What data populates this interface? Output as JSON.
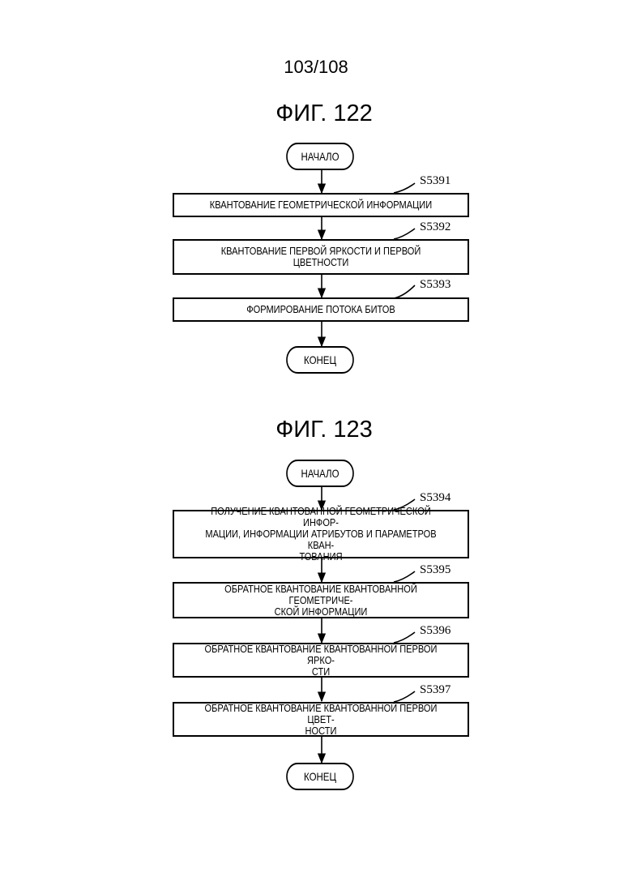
{
  "page_number": "103/108",
  "fig122": {
    "title": "ФИГ. 122",
    "start": "НАЧАЛО",
    "end": "КОНЕЦ",
    "steps": [
      {
        "label": "S5391",
        "text": "КВАНТОВАНИЕ ГЕОМЕТРИЧЕСКОЙ ИНФОРМАЦИИ"
      },
      {
        "label": "S5392",
        "text": "КВАНТОВАНИЕ ПЕРВОЙ ЯРКОСТИ И ПЕРВОЙ ЦВЕТНОСТИ"
      },
      {
        "label": "S5393",
        "text": "ФОРМИРОВАНИЕ ПОТОКА БИТОВ"
      }
    ]
  },
  "fig123": {
    "title": "ФИГ. 123",
    "start": "НАЧАЛО",
    "end": "КОНЕЦ",
    "steps": [
      {
        "label": "S5394",
        "text": "ПОЛУЧЕНИЕ КВАНТОВАННОЙ ГЕОМЕТРИЧЕСКОЙ ИНФОР-\nМАЦИИ, ИНФОРМАЦИИ АТРИБУТОВ И ПАРАМЕТРОВ КВАН-\nТОВАНИЯ"
      },
      {
        "label": "S5395",
        "text": "ОБРАТНОЕ КВАНТОВАНИЕ КВАНТОВАННОЙ ГЕОМЕТРИЧЕ-\nСКОЙ ИНФОРМАЦИИ"
      },
      {
        "label": "S5396",
        "text": "ОБРАТНОЕ КВАНТОВАНИЕ КВАНТОВАННОЙ ПЕРВОЙ ЯРКО-\nСТИ"
      },
      {
        "label": "S5397",
        "text": "ОБРАТНОЕ КВАНТОВАНИЕ КВАНТОВАННОЙ ПЕРВОЙ ЦВЕТ-\nНОСТИ"
      }
    ]
  }
}
